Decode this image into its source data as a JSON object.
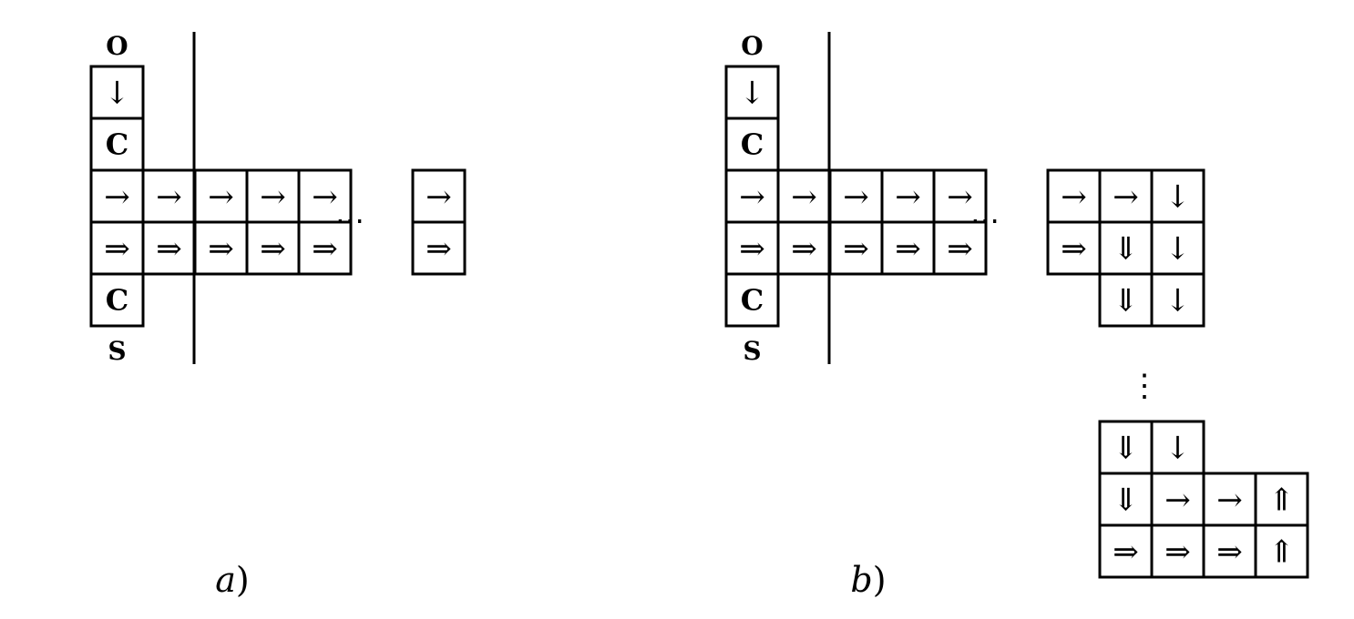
{
  "panels": [
    {
      "id": "a",
      "caption": "a",
      "top_label": "O",
      "bottom_label": "S",
      "column": [
        "↓",
        "C",
        "→",
        "⇒",
        "C"
      ],
      "block": [
        [
          "→",
          "→",
          "→",
          "→"
        ],
        [
          "⇒",
          "⇒",
          "⇒",
          "⇒"
        ]
      ],
      "ellipsis": "⋯",
      "tail": [
        [
          "→"
        ],
        [
          "⇒"
        ]
      ]
    },
    {
      "id": "b",
      "caption": "b",
      "top_label": "O",
      "bottom_label": "S",
      "column": [
        "↓",
        "C",
        "→",
        "⇒",
        "C"
      ],
      "block": [
        [
          "→",
          "→",
          "→",
          "→"
        ],
        [
          "⇒",
          "⇒",
          "⇒",
          "⇒"
        ]
      ],
      "ellipsis": "⋯",
      "tail_top": [
        [
          "→",
          "→",
          "↓"
        ],
        [
          "⇒",
          "⇓",
          "↓"
        ],
        [
          "",
          "⇓",
          "↓"
        ]
      ],
      "vellipsis": "⋮",
      "tail_bottom": [
        [
          "⇓",
          "↓",
          "",
          ""
        ],
        [
          "⇓",
          "→",
          "→",
          "⇑"
        ],
        [
          "⇒",
          "⇒",
          "⇒",
          "⇑"
        ]
      ]
    }
  ]
}
